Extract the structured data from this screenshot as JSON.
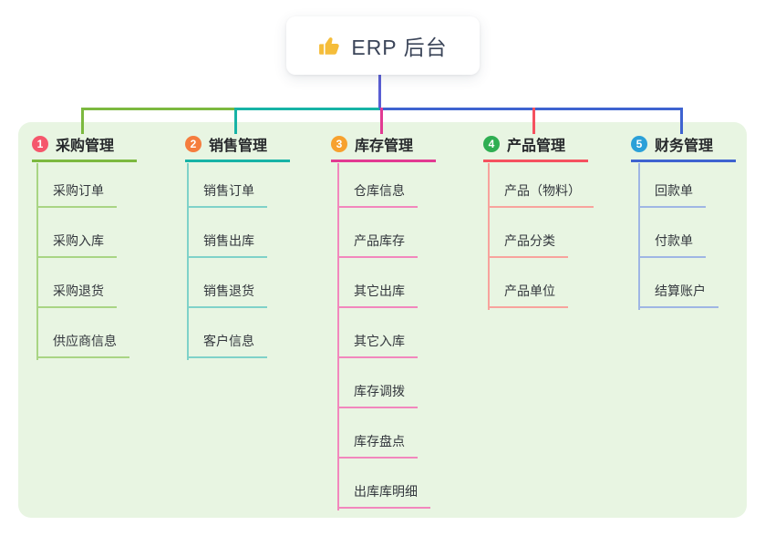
{
  "root": {
    "title": "ERP 后台",
    "icon": "thumbs-up-icon",
    "icon_color": "#f5bd3a"
  },
  "connectors": {
    "root_stem_color": "#5a5ed3",
    "bus_segment_colors": [
      "#7cb93f",
      "#17b3a6",
      "#4361d2"
    ]
  },
  "panel_color": "#e8f5e2",
  "branches": [
    {
      "index": "1",
      "label": "采购管理",
      "badge_color": "#f5576c",
      "line_color": "#7cb93f",
      "tint_color": "#a9d584",
      "children": [
        "采购订单",
        "采购入库",
        "采购退货",
        "供应商信息"
      ]
    },
    {
      "index": "2",
      "label": "销售管理",
      "badge_color": "#f57d3e",
      "line_color": "#17b3a6",
      "tint_color": "#7fd2c9",
      "children": [
        "销售订单",
        "销售出库",
        "销售退货",
        "客户信息"
      ]
    },
    {
      "index": "3",
      "label": "库存管理",
      "badge_color": "#f7a12e",
      "line_color": "#e23a92",
      "tint_color": "#f287bd",
      "children": [
        "仓库信息",
        "产品库存",
        "其它出库",
        "其它入库",
        "库存调拨",
        "库存盘点",
        "出库库明细"
      ]
    },
    {
      "index": "4",
      "label": "产品管理",
      "badge_color": "#2fae52",
      "line_color": "#f5515f",
      "tint_color": "#f8a39d",
      "children": [
        "产品（物料）",
        "产品分类",
        "产品单位"
      ]
    },
    {
      "index": "5",
      "label": "财务管理",
      "badge_color": "#2ba0d8",
      "line_color": "#3e63d0",
      "tint_color": "#9fb6e4",
      "children": [
        "回款单",
        "付款单",
        "结算账户"
      ]
    }
  ]
}
